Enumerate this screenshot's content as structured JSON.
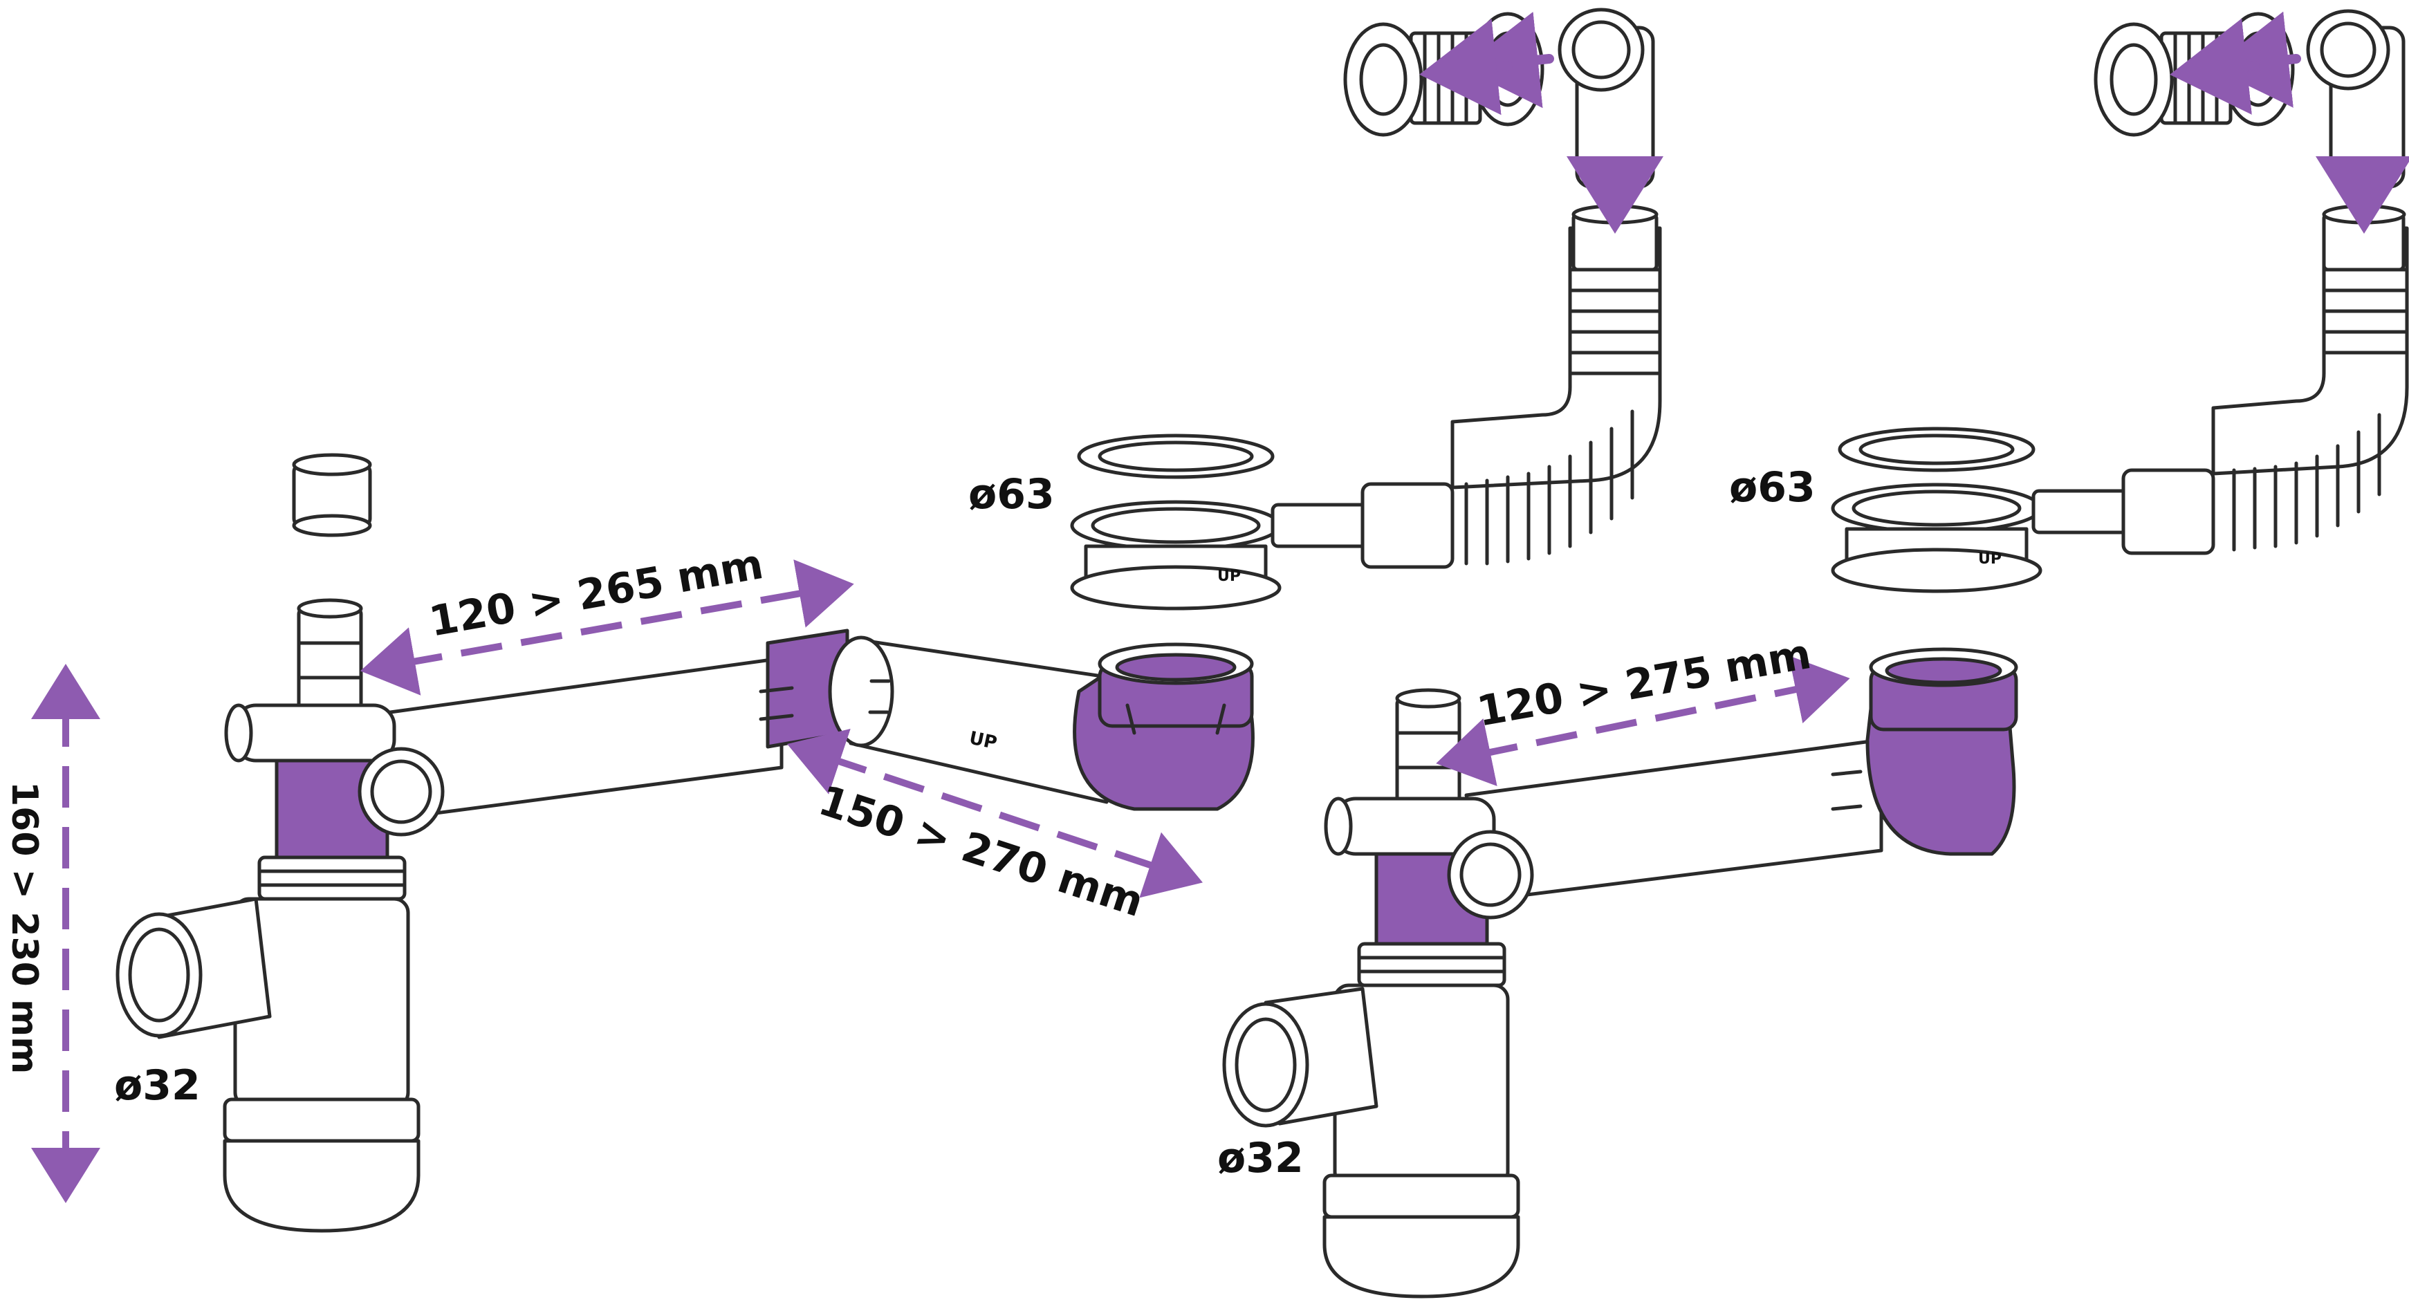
{
  "colors": {
    "accent": "#8e5bb0",
    "accent_dark": "#7a47a0",
    "outline": "#2a2a2a",
    "fill": "#ffffff",
    "text": "#111111"
  },
  "left_assembly": {
    "dim_horizontal": "120 > 265 mm",
    "dim_diagonal": "150 > 270 mm",
    "dim_vertical": "160 > 230 mm",
    "outlet_diameter": "ø32",
    "overflow_diameter": "ø63",
    "up_mark": "UP",
    "overflow_up_mark": "UP"
  },
  "right_assembly": {
    "dim_horizontal": "120 > 275 mm",
    "outlet_diameter": "ø32",
    "overflow_diameter": "ø63",
    "overflow_up_mark": "UP"
  },
  "icons": [
    "arrow-left-icon",
    "arrow-down-icon",
    "double-arrow-icon"
  ]
}
